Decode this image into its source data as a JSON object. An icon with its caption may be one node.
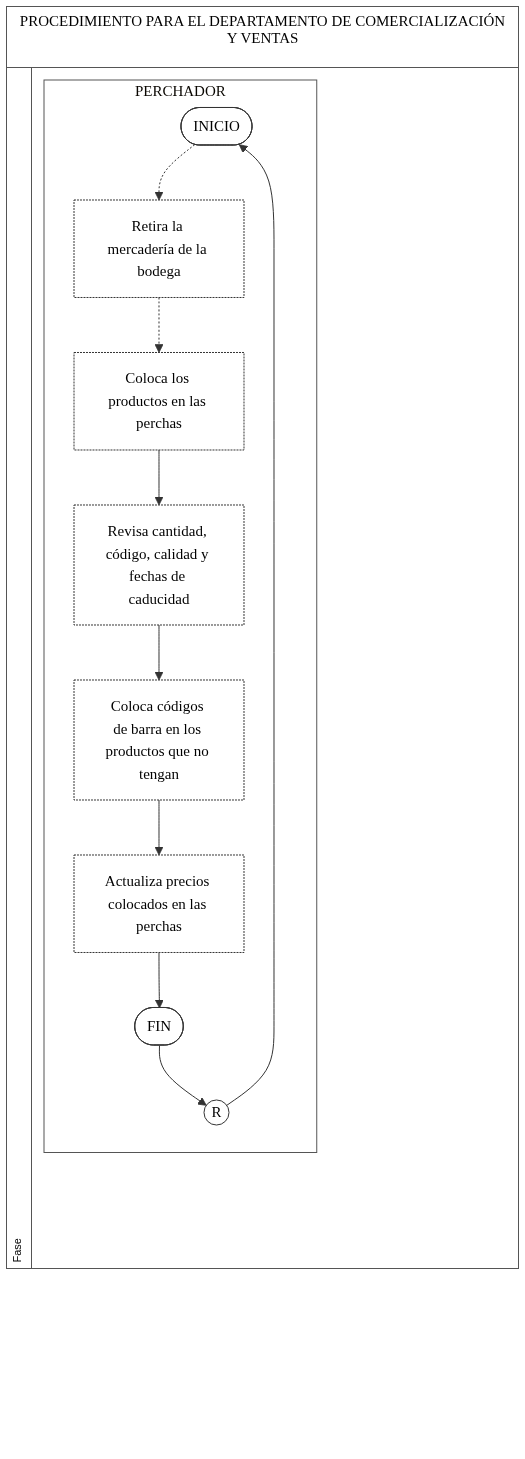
{
  "diagram": {
    "title": "PROCEDIMIENTO PARA EL DEPARTAMENTO DE COMERCIALIZACIÓN Y VENTAS",
    "nodes": [
      {
        "text": [
          "PERCHADOR"
        ]
      },
      {
        "text": [
          "INICIO"
        ],
        "in": 0
      },
      {
        "text": [
          "Retira la mercadería de la bodega"
        ],
        "in": 0
      },
      {
        "text": [
          "Coloca los productos en las perchas"
        ],
        "in": 0
      },
      {
        "text": [
          "Revisa cantidad, código, calidad y fechas de caducidad"
        ],
        "in": 0
      },
      {
        "text": [
          "Coloca códigos de barra en los productos que no tengan"
        ],
        "in": 0
      },
      {
        "text": [
          "Actualiza precios colocados en las perchas"
        ],
        "in": 0
      },
      {
        "text": [
          "FIN"
        ],
        "in": 0
      },
      {
        "text": [
          "R"
        ],
        "in": 0
      }
    ],
    "edges": [
      {
        "from": 1,
        "to": 2,
        "arrow": "to",
        "style": "dashed"
      },
      {
        "from": 2,
        "to": 3,
        "arrow": "to",
        "style": "dashed"
      },
      {
        "from": 3,
        "to": 4,
        "arrow": "to"
      },
      {
        "from": 4,
        "to": 5,
        "arrow": "to"
      },
      {
        "from": 5,
        "to": 6,
        "arrow": "to"
      },
      {
        "from": 6,
        "to": 7,
        "arrow": "to"
      },
      {
        "from": 7,
        "to": 8,
        "arrow": "to"
      },
      {
        "from": 8,
        "to": 1,
        "arrow": "to"
      }
    ],
    "labels": [
      "Fase"
    ]
  }
}
